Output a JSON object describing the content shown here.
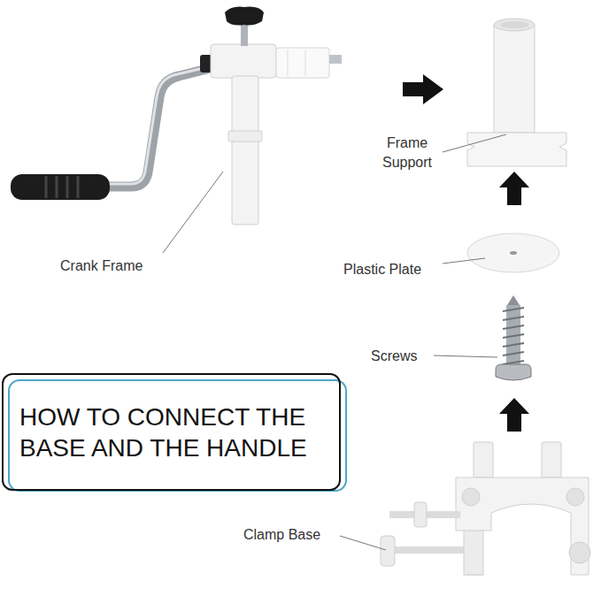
{
  "diagram": {
    "nodes": [
      {
        "text": [
          "HOW TO CONNECT THE BASE AND THE HANDLE"
        ]
      }
    ],
    "labels": [
      "Crank Frame",
      "Frame Support",
      "Plastic Plate",
      "Screws",
      "Clamp Base"
    ]
  }
}
